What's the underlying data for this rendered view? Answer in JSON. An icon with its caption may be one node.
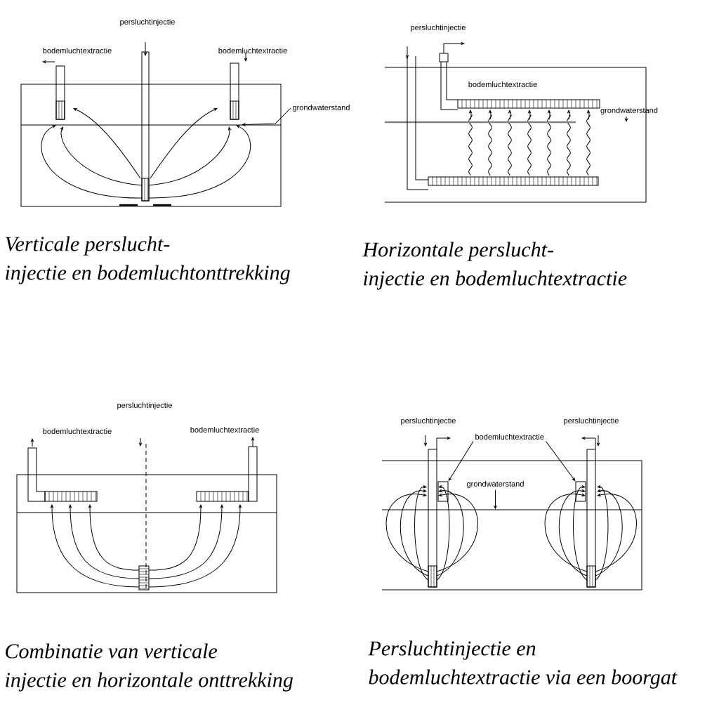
{
  "diagram": {
    "nodes": [
      {
        "text": [
          "grondwaterstand"
        ]
      },
      {
        "text": [
          "bodemluchtextractie"
        ]
      },
      {
        "text": [
          "grondwaterstand"
        ]
      },
      {
        "text": [],
        "shape": "line"
      },
      {
        "text": [],
        "shape": "box"
      },
      {
        "text": [],
        "shape": "box"
      },
      {
        "text": [],
        "shape": "line"
      }
    ],
    "edges": [
      {
        "from": 0,
        "to": 3,
        "arrow": "to"
      },
      {
        "from": 1,
        "to": 4,
        "arrow": "to"
      },
      {
        "from": 1,
        "to": 5,
        "arrow": "to"
      },
      {
        "from": 2,
        "to": 6,
        "arrow": "to"
      }
    ],
    "labels": [
      "persluchtinjectie",
      "bodemluchtextractie",
      "bodemluchtextractie",
      "persluchtinjectie",
      "bodemluchtextractie",
      "grondwaterstand",
      "Verticale perslucht- injectie en bodemluchtonttrekking",
      "Horizontale perslucht- injectie en bodemluchtextractie",
      "persluchtinjectie",
      "bodemluchtextractie",
      "bodemluchtextractie",
      "persluchtinjectie",
      "persluchtinjectie",
      "Combinatie van verticale injectie en horizontale onttrekking",
      "Persluchtinjectie en bodemluchtextractie via een boorgat"
    ]
  }
}
